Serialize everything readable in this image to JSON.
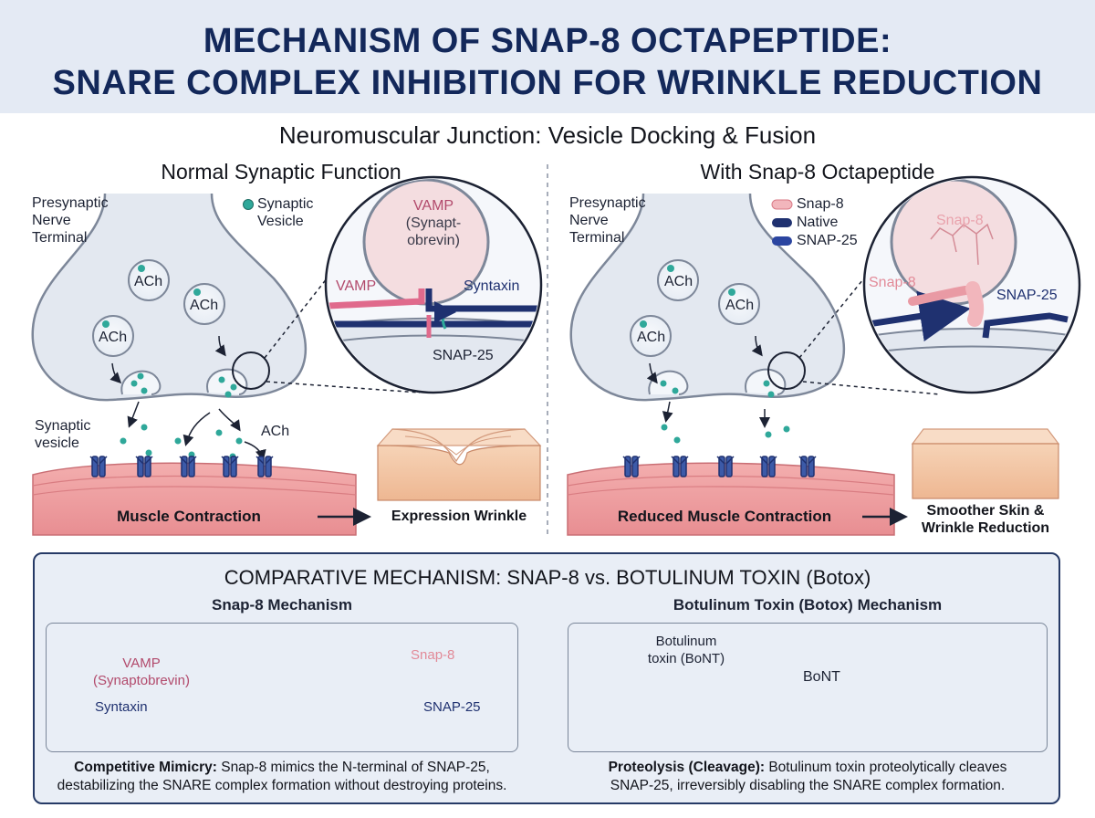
{
  "title": {
    "line1": "MECHANISM OF SNAP-8 OCTAPEPTIDE:",
    "line2": "SNARE COMPLEX INHIBITION FOR WRINKLE REDUCTION"
  },
  "subtitle": "Neuromuscular Junction: Vesicle Docking & Fusion",
  "normal_panel": {
    "heading": "Normal Synaptic Function",
    "terminal_label": [
      "Presynaptic",
      "Nerve",
      "Terminal"
    ],
    "legend_vesicle": [
      "Synaptic",
      "Vesicle"
    ],
    "ach_label": "ACh",
    "synaptic_vesicle_label": [
      "Synaptic",
      "vesicle"
    ],
    "ach_release_label": "ACh",
    "zoom": {
      "vamp_name": [
        "VAMP",
        "(Synapt-",
        "obrevin)"
      ],
      "vamp": "VAMP",
      "syntaxin": "Syntaxin",
      "snap25": "SNAP-25"
    },
    "muscle_label": "Muscle Contraction",
    "outcome_label": "Expression Wrinkle"
  },
  "snap8_panel": {
    "heading": "With Snap-8 Octapeptide",
    "terminal_label": [
      "Presynaptic",
      "Nerve",
      "Terminal"
    ],
    "legend": [
      "Snap-8",
      "Native",
      "SNAP-25"
    ],
    "ach_label": "ACh",
    "zoom": {
      "snap8_top": "Snap-8",
      "snap8_left": "Snap-8",
      "snap25": "SNAP-25"
    },
    "muscle_label": "Reduced Muscle Contraction",
    "outcome_label": [
      "Smoother Skin &",
      "Wrinkle Reduction"
    ]
  },
  "comparison": {
    "title": "COMPARATIVE MECHANISM: SNAP-8 vs. BOTULINUM TOXIN (Botox)",
    "snap8": {
      "heading": "Snap-8 Mechanism",
      "vamp": [
        "VAMP",
        "(Synaptobrevin)"
      ],
      "syntaxin": "Syntaxin",
      "snap8": "Snap-8",
      "snap25": "SNAP-25",
      "caption_bold": "Competitive Mimicry:",
      "caption_rest": " Snap-8 mimics the N-terminal of SNAP-25,",
      "caption_line2": "destabilizing the SNARE complex formation without destroying proteins."
    },
    "botox": {
      "heading": "Botulinum Toxin (Botox) Mechanism",
      "toxin_label": [
        "Botulinum",
        "toxin (BoNT)"
      ],
      "bont_arrow": "BoNT",
      "caption_bold": "Proteolysis (Cleavage):",
      "caption_rest": " Botulinum toxin proteolytically cleaves",
      "caption_line2": "SNAP-25, irreversibly disabling the SNARE complex formation."
    }
  },
  "colors": {
    "title_text": "#13285a",
    "title_band": "#e4eaf4",
    "membrane_fill": "#e3e8f0",
    "membrane_stroke": "#7d8799",
    "vesicle_dot": "#2fa89a",
    "muscle": "#ef9ea0",
    "snare_navy": "#1f3170",
    "vamp_pink": "#e06a8c",
    "snap8_pink": "#f2b6bc",
    "skin": "#f4c8a8",
    "toxin_green": "#4fb39e"
  }
}
